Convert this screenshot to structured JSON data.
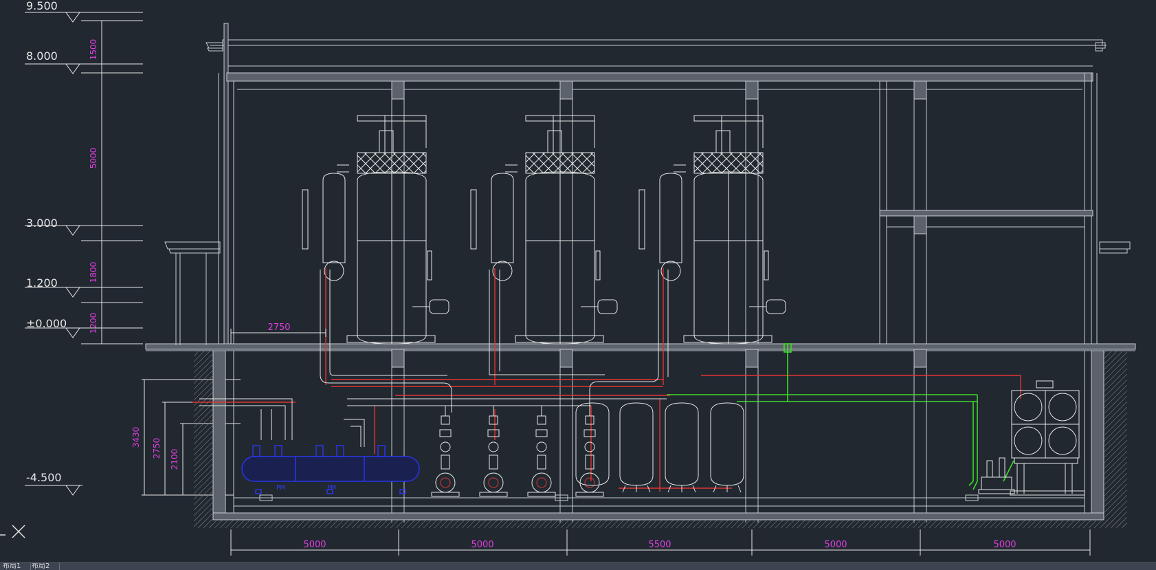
{
  "levels": [
    {
      "label": "9.500"
    },
    {
      "label": "8.000"
    },
    {
      "label": "3.000"
    },
    {
      "label": "1.200"
    },
    {
      "label": "±0.000"
    },
    {
      "label": "-4.500"
    }
  ],
  "vertical_dims_upper": [
    "1500",
    "5000",
    "1800",
    "1200"
  ],
  "vertical_dims_lower": [
    "3430",
    "2750",
    "2100"
  ],
  "bay_dims": [
    "5000",
    "5000",
    "5500",
    "5000",
    "5000"
  ],
  "offset_dim": "2750",
  "equipment_labels": [
    "PM",
    "PM"
  ],
  "layout_tabs": [
    "布局1",
    "布局2"
  ],
  "colors": {
    "background": "#212830",
    "structure": "#c8ccd2",
    "pipe_red": "#e23434",
    "pipe_green": "#3fdc2a",
    "vessel_blue": "#2a35e8",
    "dimension": "#e040e0"
  }
}
